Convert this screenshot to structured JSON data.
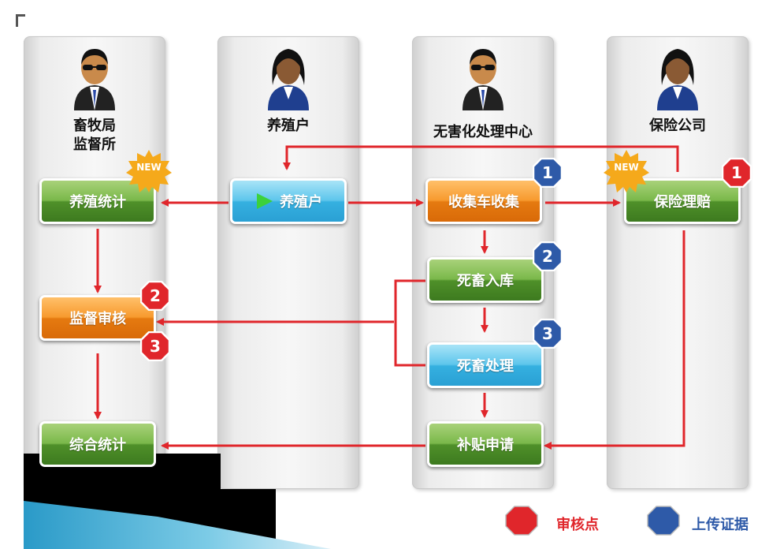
{
  "lanes": [
    {
      "title": "畜牧局\n监督所",
      "person": "male-sunglasses"
    },
    {
      "title": "养殖户",
      "person": "female"
    },
    {
      "title": "无害化处理中心",
      "person": "male-sunglasses"
    },
    {
      "title": "保险公司",
      "person": "female"
    }
  ],
  "nodes": {
    "breeding_stats": "养殖统计",
    "supervision_review": "监督审核",
    "overall_stats": "综合统计",
    "farmer": "养殖户",
    "truck_collection": "收集车收集",
    "carcass_storage": "死畜入库",
    "carcass_disposal": "死畜处理",
    "subsidy_application": "补贴申请",
    "insurance_claim": "保险理赔"
  },
  "badges": {
    "truck_collection": "1",
    "insurance_claim": "1",
    "review_1": "2",
    "review_2": "3",
    "carcass_storage": "2",
    "carcass_disposal": "3"
  },
  "new_tag": "NEW",
  "legend": {
    "audit_point": "审核点",
    "upload_evidence": "上传证据"
  },
  "colors": {
    "arrow": "#e0262b",
    "badge_red": "#e0262b",
    "badge_blue": "#2e5aa8",
    "box_green": "#4f9029",
    "box_orange": "#f28c1e",
    "box_blue": "#35b0e0"
  }
}
